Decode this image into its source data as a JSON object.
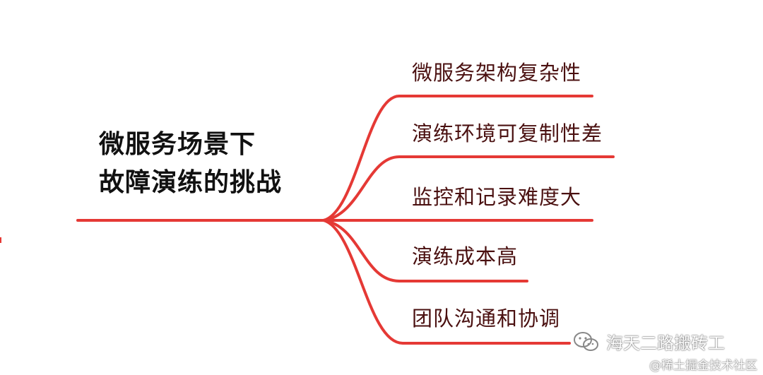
{
  "mindmap": {
    "root": {
      "line1": "微服务场景下",
      "line2": "故障演练的挑战"
    },
    "branches": [
      {
        "label": "微服务架构复杂性"
      },
      {
        "label": "演练环境可复制性差"
      },
      {
        "label": "监控和记录难度大"
      },
      {
        "label": "演练成本高"
      },
      {
        "label": "团队沟通和协调"
      }
    ],
    "line_color": "#e53935"
  },
  "watermark": {
    "text": "海天二路搬砖工",
    "icon": "wechat-icon"
  },
  "credit": {
    "text": "@稀土掘金技术社区"
  }
}
